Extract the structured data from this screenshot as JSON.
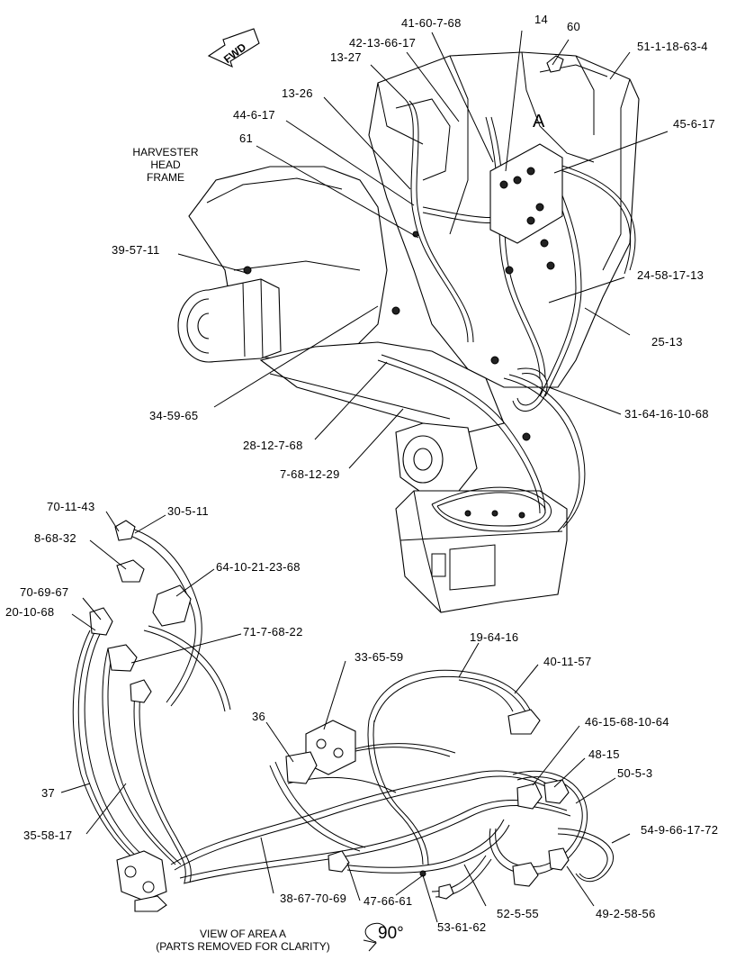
{
  "fwd_label": "FWD",
  "frame_label": {
    "line1": "HARVESTER",
    "line2": "HEAD",
    "line3": "FRAME"
  },
  "area_letter": "A",
  "view_caption": {
    "line1": "VIEW OF AREA A",
    "line2": "(PARTS REMOVED FOR CLARITY)"
  },
  "rotation_label": "90°",
  "callouts": {
    "c_41_60_7_68": "41-60-7-68",
    "c_14": "14",
    "c_60": "60",
    "c_42_13_66_17": "42-13-66-17",
    "c_51_1_18_63_4": "51-1-18-63-4",
    "c_13_27": "13-27",
    "c_13_26": "13-26",
    "c_45_6_17": "45-6-17",
    "c_44_6_17": "44-6-17",
    "c_61": "61",
    "c_39_57_11": "39-57-11",
    "c_24_58_17_13": "24-58-17-13",
    "c_25_13": "25-13",
    "c_34_59_65": "34-59-65",
    "c_31_64_16_10_68": "31-64-16-10-68",
    "c_28_12_7_68": "28-12-7-68",
    "c_7_68_12_29": "7-68-12-29",
    "c_70_11_43": "70-11-43",
    "c_30_5_11": "30-5-11",
    "c_8_68_32": "8-68-32",
    "c_64_10_21_23_68": "64-10-21-23-68",
    "c_70_69_67": "70-69-67",
    "c_20_10_68": "20-10-68",
    "c_71_7_68_22": "71-7-68-22",
    "c_19_64_16": "19-64-16",
    "c_33_65_59": "33-65-59",
    "c_40_11_57": "40-11-57",
    "c_36": "36",
    "c_46_15_68_10_64": "46-15-68-10-64",
    "c_48_15": "48-15",
    "c_50_5_3": "50-5-3",
    "c_37": "37",
    "c_54_9_66_17_72": "54-9-66-17-72",
    "c_35_58_17": "35-58-17",
    "c_38_67_70_69": "38-67-70-69",
    "c_47_66_61": "47-66-61",
    "c_52_5_55": "52-5-55",
    "c_49_2_58_56": "49-2-58-56",
    "c_53_61_62": "53-61-62"
  }
}
